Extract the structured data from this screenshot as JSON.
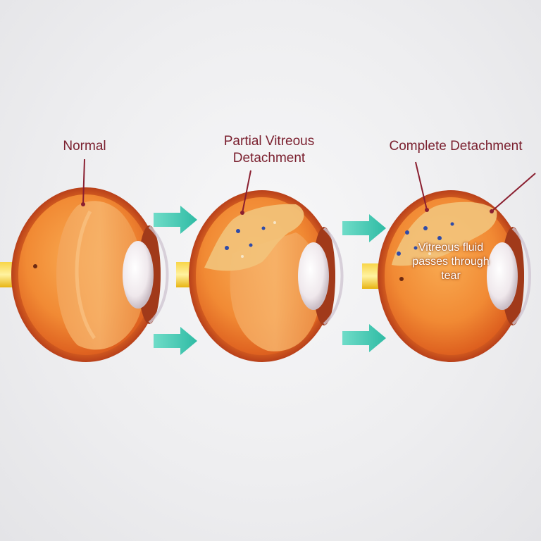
{
  "labels": {
    "normal": "Normal",
    "partial_line1": "Partial Vitreous",
    "partial_line2": "Detachment",
    "complete": "Complete Detachment",
    "fluid_line1": "Vitreous fluid",
    "fluid_line2": "passes through",
    "fluid_line3": "tear"
  },
  "colors": {
    "label_text": "#7a1f2e",
    "arrow": "#3fc7b0",
    "eye_outer": "#e8661c",
    "eye_inner": "#f59a42",
    "vitreous_detached": "#f2c27a",
    "optic_nerve": "#f5c518"
  }
}
